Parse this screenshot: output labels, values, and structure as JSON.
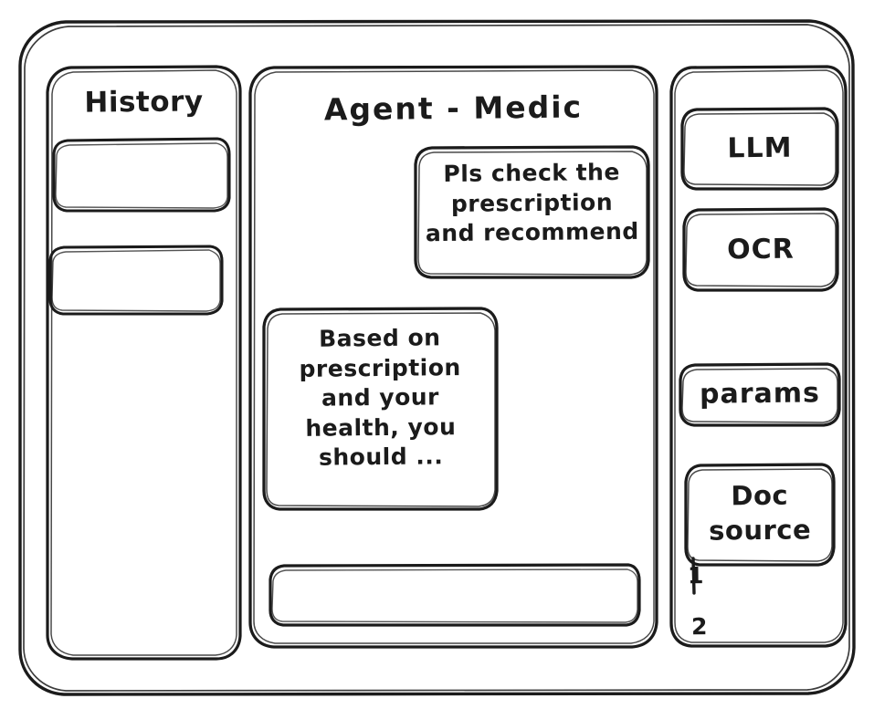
{
  "window": {
    "name": "agent-medic-wireframe"
  },
  "sidebar": {
    "title": "History",
    "items": [
      {
        "label": ""
      },
      {
        "label": ""
      }
    ]
  },
  "main": {
    "title": "Agent - Medic",
    "messages": [
      {
        "role": "user",
        "text": "Pls check the\nprescription\nand recommend"
      },
      {
        "role": "assistant",
        "text": "Based on\nprescription\nand your\nhealth, you\nshould ..."
      }
    ],
    "composer": {
      "value": "",
      "placeholder": ""
    }
  },
  "tools": {
    "buttons": [
      {
        "label": "LLM"
      },
      {
        "label": "OCR"
      },
      {
        "label": "params"
      }
    ],
    "doc_source": {
      "label": "Doc\nsource",
      "items": [
        {
          "label": "1"
        },
        {
          "label": "2"
        }
      ]
    }
  },
  "style": {
    "stroke": "#1b1b1b",
    "background": "#ffffff"
  }
}
